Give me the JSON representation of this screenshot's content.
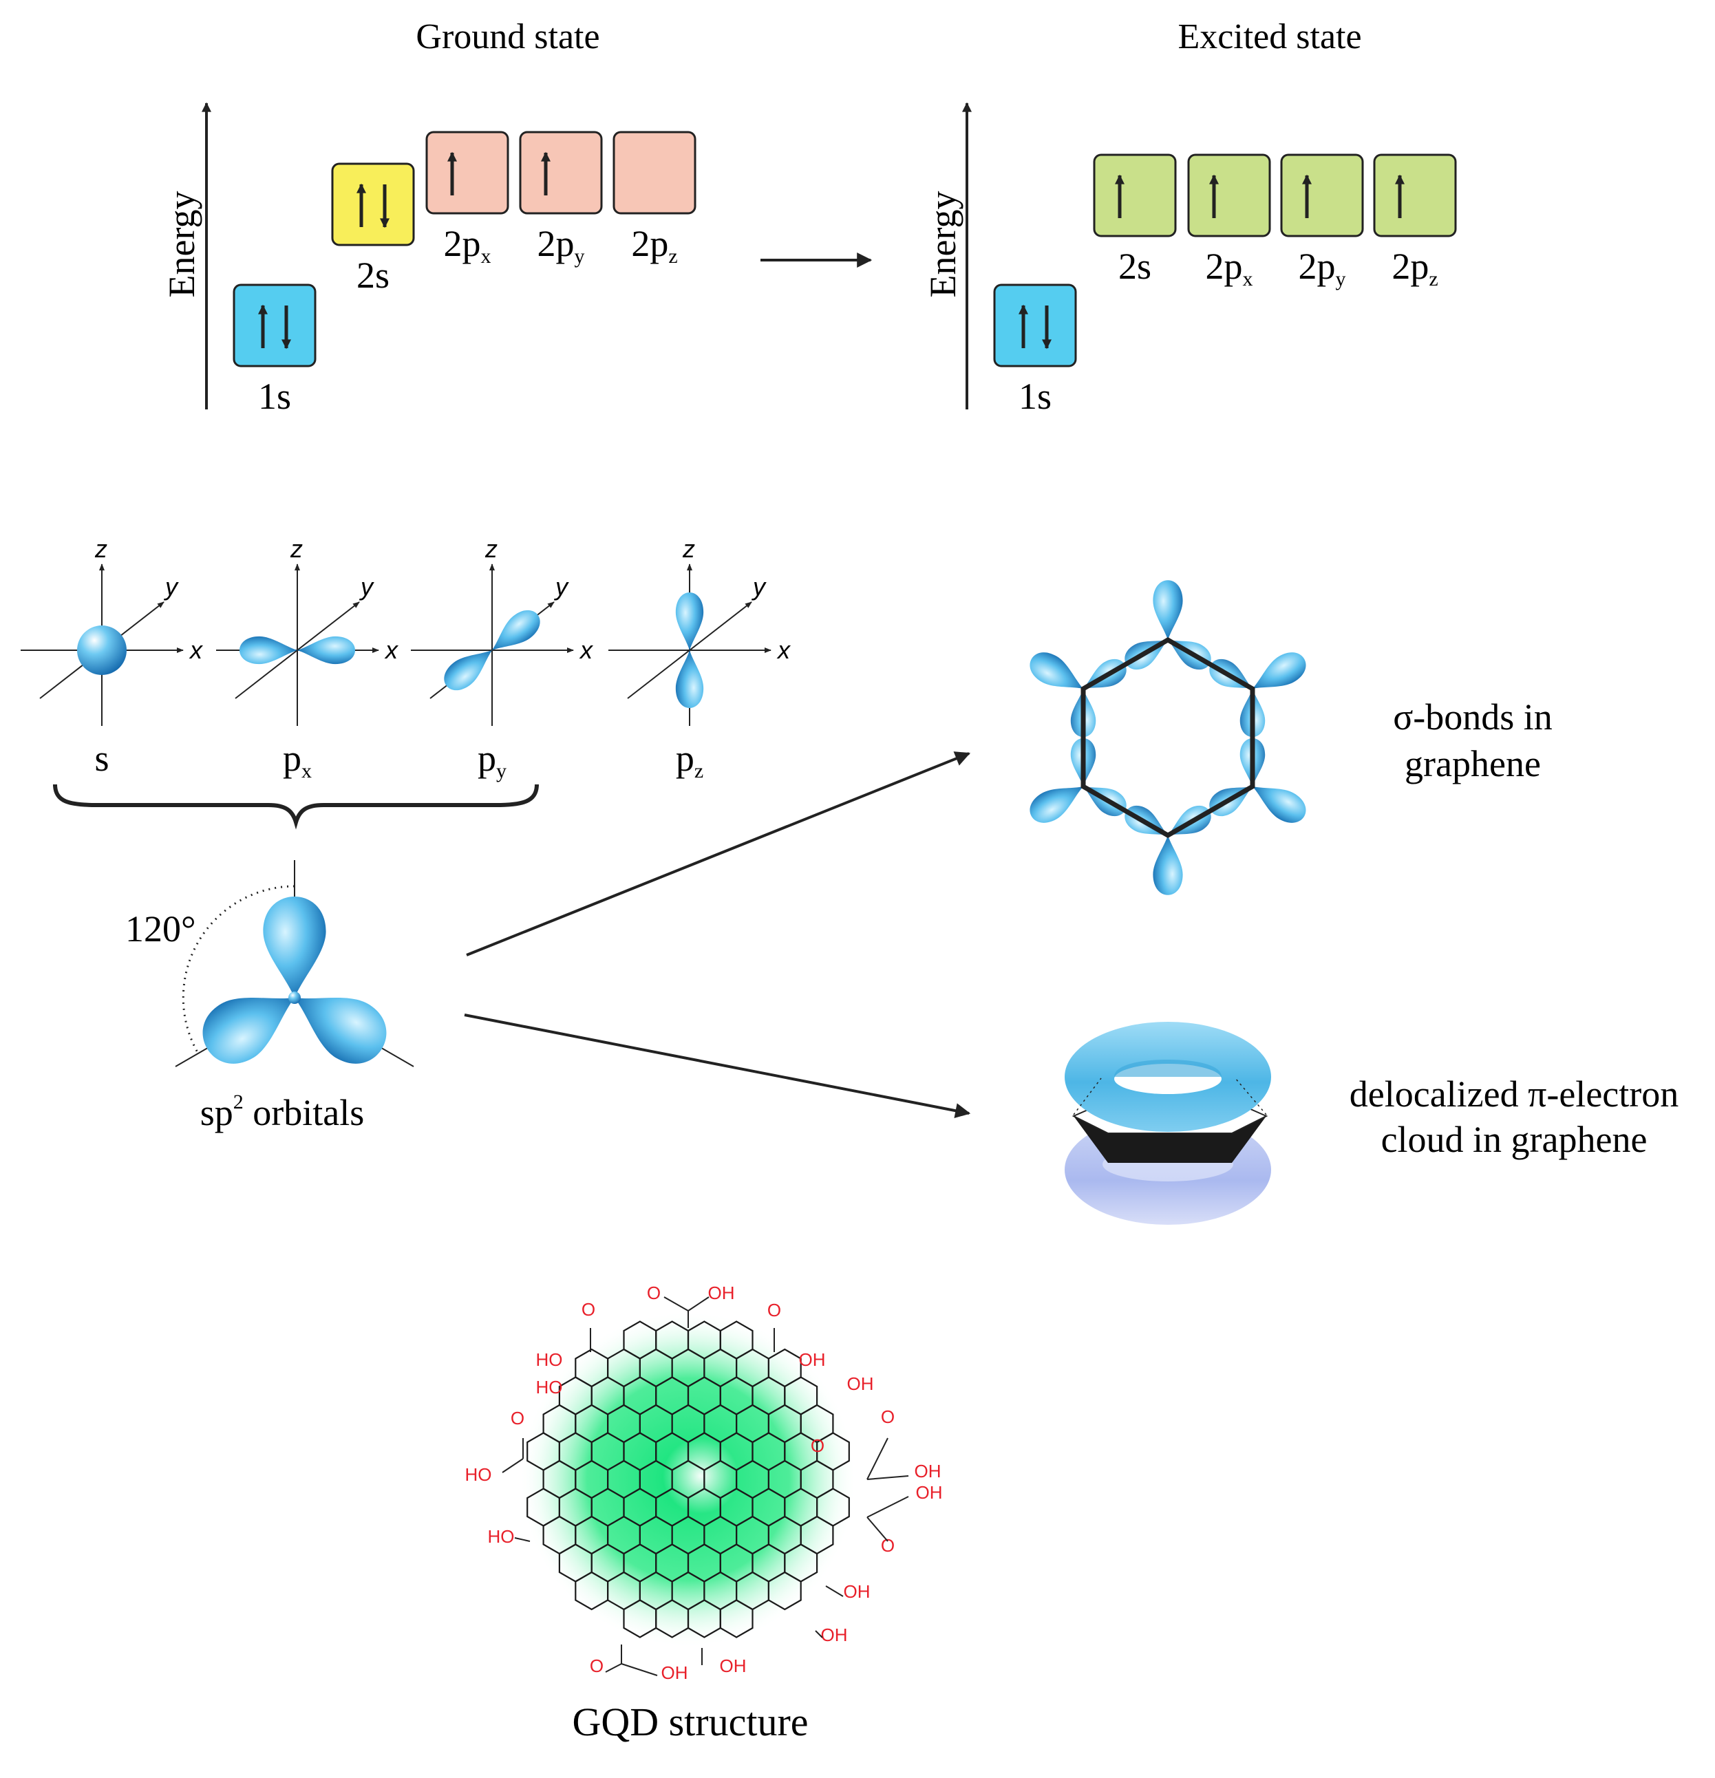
{
  "colors": {
    "ink": "#222222",
    "box_1s": "#55cdf0",
    "box_2s": "#f8ee5a",
    "box_2p_ground": "#f7c6b6",
    "box_excited": "#c9e08a",
    "orbital_dark": "#0a5fa6",
    "orbital_light": "#8fd8f5",
    "torus_top": "#5cc3ec",
    "torus_bottom": "#b8c6f2",
    "heteroatom": "#e8202a",
    "gqd_glow": "#00e070"
  },
  "energy_diagrams": {
    "ground": {
      "title": "Ground state",
      "axis_label": "Energy",
      "boxes": [
        {
          "label": "1s",
          "spins": "updown"
        },
        {
          "label": "2s",
          "spins": "updown"
        },
        {
          "label": "2p",
          "sub": "x",
          "spins": "up"
        },
        {
          "label": "2p",
          "sub": "y",
          "spins": "up"
        },
        {
          "label": "2p",
          "sub": "z",
          "spins": "none"
        }
      ]
    },
    "excited": {
      "title": "Excited state",
      "axis_label": "Energy",
      "boxes": [
        {
          "label": "1s",
          "spins": "updown"
        },
        {
          "label": "2s",
          "spins": "up"
        },
        {
          "label": "2p",
          "sub": "x",
          "spins": "up"
        },
        {
          "label": "2p",
          "sub": "y",
          "spins": "up"
        },
        {
          "label": "2p",
          "sub": "z",
          "spins": "up"
        }
      ]
    }
  },
  "orbitals": {
    "axis_labels": {
      "x": "x",
      "y": "y",
      "z": "z"
    },
    "items": [
      {
        "label": "s",
        "sub": ""
      },
      {
        "label": "p",
        "sub": "x"
      },
      {
        "label": "p",
        "sub": "y"
      },
      {
        "label": "p",
        "sub": "z"
      }
    ]
  },
  "sp2": {
    "angle_label": "120°",
    "label_main": "sp",
    "label_sup": "2",
    "label_rest": " orbitals"
  },
  "sigma_bonds": {
    "line1": "σ-bonds in",
    "line2": "graphene"
  },
  "pi_cloud": {
    "line1": "delocalized π-electron",
    "line2": "cloud in graphene"
  },
  "gqd": {
    "caption": "GQD structure",
    "groups": {
      "oh": "OH",
      "ho": "HO",
      "o": "O"
    }
  }
}
